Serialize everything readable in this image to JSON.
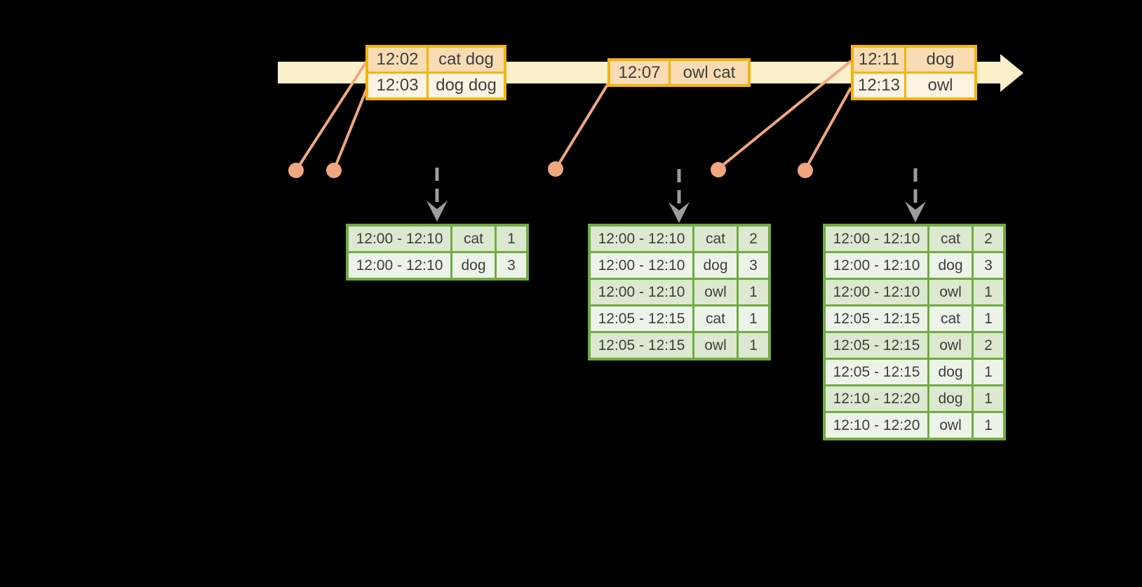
{
  "colors": {
    "background": "#000000",
    "timeline_band": "#FBF0C9",
    "event_table_border": "#F2B30E",
    "event_row_dark": "#FADCB4",
    "event_row_light": "#FDF3E3",
    "connector_line": "#F0A780",
    "trigger_arrow": "#9C9C9C",
    "result_table_border": "#6FAC41",
    "result_row_dark": "#DCE8D0",
    "result_row_light": "#EDF3E9",
    "text": "#3E3E3E"
  },
  "icons": {
    "timeline_arrowhead": "right-pointing-triangle",
    "trigger_arrow": "dashed-down-arrow",
    "event_dot": "filled-circle"
  },
  "event_tables": [
    {
      "rows": [
        {
          "time": "12:02",
          "words": "cat dog"
        },
        {
          "time": "12:03",
          "words": "dog dog"
        }
      ]
    },
    {
      "rows": [
        {
          "time": "12:07",
          "words": "owl cat"
        }
      ]
    },
    {
      "rows": [
        {
          "time": "12:11",
          "words": "dog"
        },
        {
          "time": "12:13",
          "words": "owl"
        }
      ]
    }
  ],
  "result_tables": [
    {
      "rows": [
        {
          "window": "12:00 - 12:10",
          "word": "cat",
          "count": "1"
        },
        {
          "window": "12:00 - 12:10",
          "word": "dog",
          "count": "3"
        }
      ]
    },
    {
      "rows": [
        {
          "window": "12:00 - 12:10",
          "word": "cat",
          "count": "2"
        },
        {
          "window": "12:00 - 12:10",
          "word": "dog",
          "count": "3"
        },
        {
          "window": "12:00 - 12:10",
          "word": "owl",
          "count": "1"
        },
        {
          "window": "12:05 - 12:15",
          "word": "cat",
          "count": "1"
        },
        {
          "window": "12:05 - 12:15",
          "word": "owl",
          "count": "1"
        }
      ]
    },
    {
      "rows": [
        {
          "window": "12:00 - 12:10",
          "word": "cat",
          "count": "2"
        },
        {
          "window": "12:00 - 12:10",
          "word": "dog",
          "count": "3"
        },
        {
          "window": "12:00 - 12:10",
          "word": "owl",
          "count": "1"
        },
        {
          "window": "12:05 - 12:15",
          "word": "cat",
          "count": "1"
        },
        {
          "window": "12:05 - 12:15",
          "word": "owl",
          "count": "2"
        },
        {
          "window": "12:05 - 12:15",
          "word": "dog",
          "count": "1"
        },
        {
          "window": "12:10 - 12:20",
          "word": "dog",
          "count": "1"
        },
        {
          "window": "12:10 - 12:20",
          "word": "owl",
          "count": "1"
        }
      ]
    }
  ]
}
